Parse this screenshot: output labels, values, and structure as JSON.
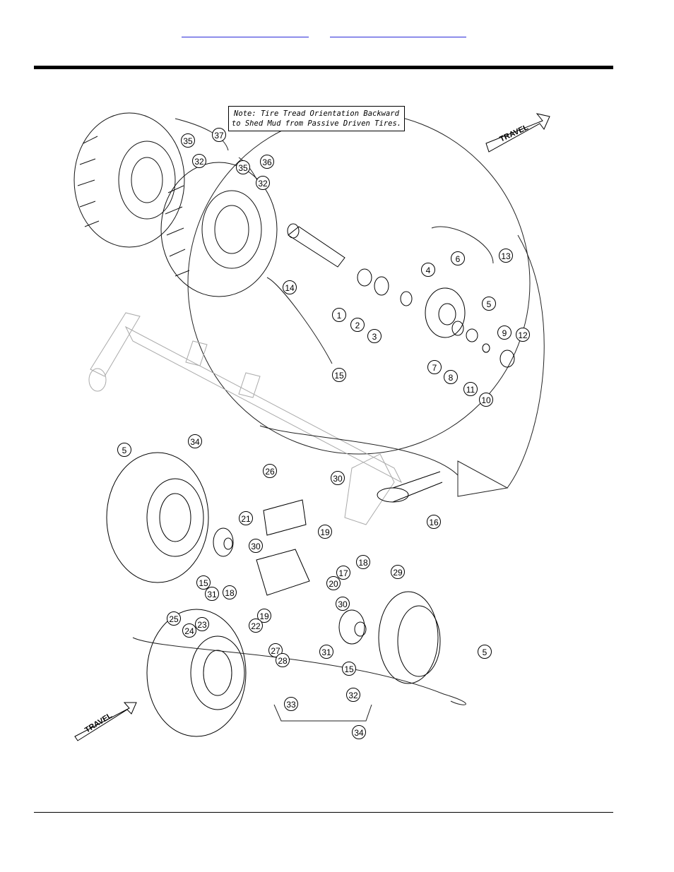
{
  "header": {
    "links": [
      "",
      ""
    ]
  },
  "diagram": {
    "note_line1": "Note: Tire Tread Orientation Backward",
    "note_line2": "to Shed Mud from Passive Driven Tires.",
    "travel_top": "TRAVEL",
    "travel_bottom": "TRAVEL",
    "callouts": [
      "1",
      "2",
      "3",
      "4",
      "5",
      "6",
      "7",
      "8",
      "9",
      "10",
      "11",
      "12",
      "13",
      "14",
      "15",
      "15",
      "15",
      "16",
      "17",
      "18",
      "18",
      "19",
      "19",
      "20",
      "21",
      "22",
      "23",
      "24",
      "25",
      "26",
      "27",
      "28",
      "29",
      "30",
      "30",
      "30",
      "31",
      "31",
      "32",
      "32",
      "32",
      "33",
      "34",
      "34",
      "35",
      "35",
      "36",
      "37",
      "5",
      "5"
    ]
  }
}
